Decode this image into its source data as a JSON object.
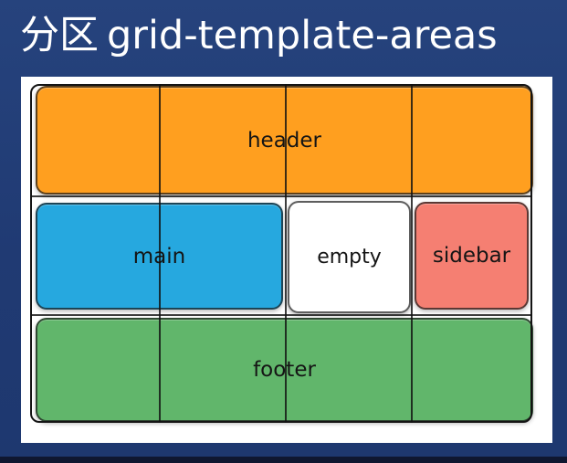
{
  "slide": {
    "title_zh": "分区",
    "title_en": "grid-template-areas"
  },
  "diagram": {
    "areas": [
      {
        "id": "header",
        "label": "header",
        "color": "#ff9f1f"
      },
      {
        "id": "main",
        "label": "main",
        "color": "#26a8df"
      },
      {
        "id": "empty",
        "label": "empty",
        "color": "#ffffff"
      },
      {
        "id": "sidebar",
        "label": "sidebar",
        "color": "#f57f72"
      },
      {
        "id": "footer",
        "label": "footer",
        "color": "#61b66b"
      }
    ]
  }
}
